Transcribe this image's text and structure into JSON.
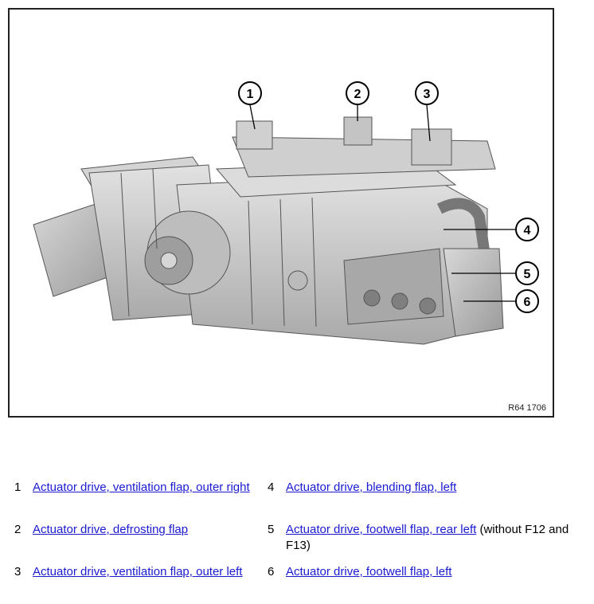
{
  "figure": {
    "ref_code": "R64 1706",
    "callouts": [
      "1",
      "2",
      "3",
      "4",
      "5",
      "6"
    ]
  },
  "legend": [
    {
      "num": "1",
      "link": "Actuator drive, ventilation flap, outer right",
      "note": ""
    },
    {
      "num": "2",
      "link": "Actuator drive, defrosting flap",
      "note": ""
    },
    {
      "num": "3",
      "link": "Actuator drive, ventilation flap, outer left",
      "note": ""
    },
    {
      "num": "4",
      "link": "Actuator drive, blending flap, left",
      "note": ""
    },
    {
      "num": "5",
      "link": "Actuator drive, footwell flap, rear left",
      "note": " (without F12 and F13)"
    },
    {
      "num": "6",
      "link": "Actuator drive, footwell flap, left",
      "note": ""
    }
  ],
  "colors": {
    "link": "#1a1ad0",
    "frame": "#222222",
    "part": "#c9c9c9"
  }
}
